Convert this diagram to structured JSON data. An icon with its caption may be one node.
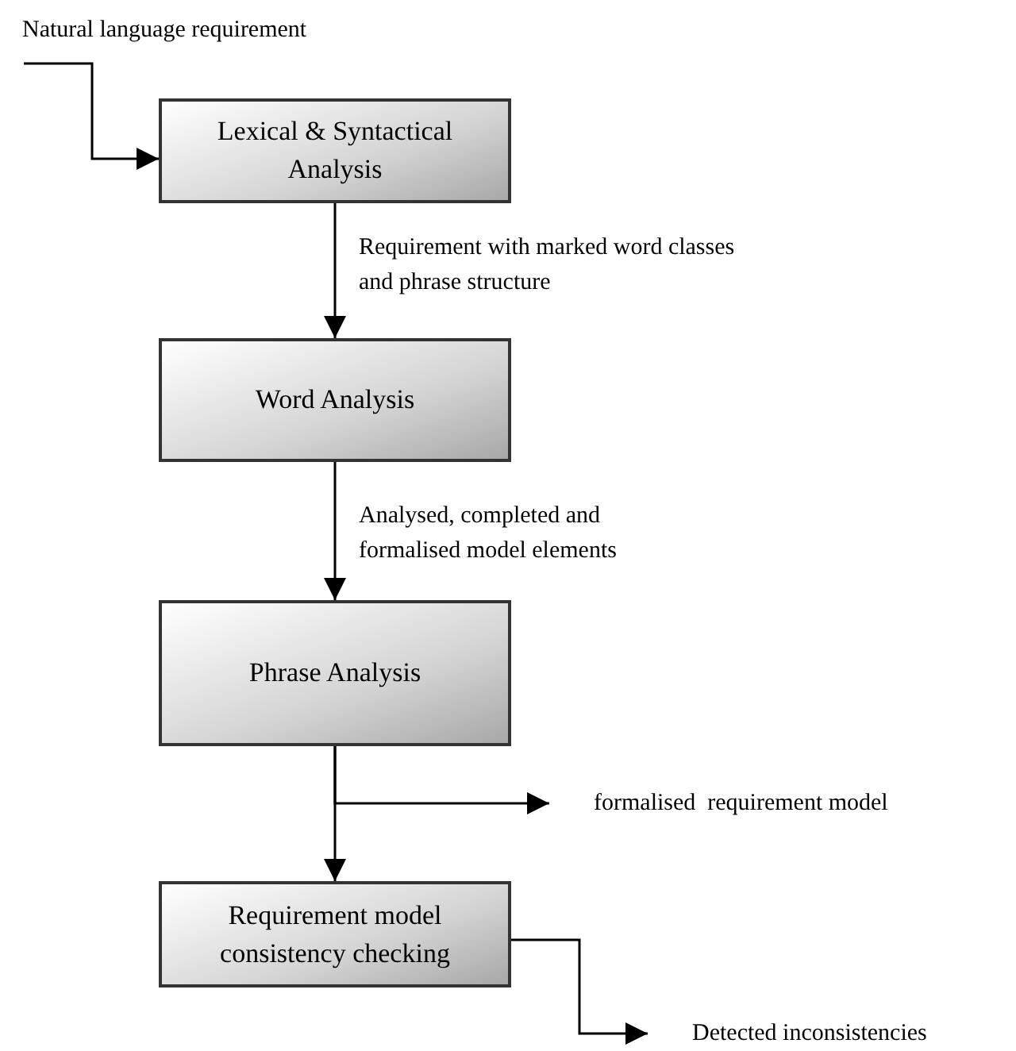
{
  "diagram": {
    "nodes": [
      {
        "text": [
          "Natural language requirement"
        ]
      },
      {
        "text": [
          "Lexical & Syntactical Analysis"
        ]
      },
      {
        "text": [
          "Word Analysis"
        ]
      },
      {
        "text": [
          "Phrase Analysis"
        ]
      },
      {
        "text": [
          "formalised  requirement model"
        ]
      },
      {
        "text": [
          "Requirement model consistency checking"
        ]
      },
      {
        "text": [
          "Detected inconsistencies"
        ]
      }
    ],
    "edges": [
      {
        "from": 0,
        "to": 1,
        "arrow": "to"
      },
      {
        "from": 1,
        "to": 2,
        "arrow": "to",
        "label": "Requirement with marked word classes and phrase structure"
      },
      {
        "from": 2,
        "to": 3,
        "arrow": "to",
        "label": "Analysed, completed and formalised model elements"
      },
      {
        "from": 3,
        "to": 4,
        "arrow": "to"
      },
      {
        "from": 3,
        "to": 5,
        "arrow": "to"
      },
      {
        "from": 5,
        "to": 6,
        "arrow": "to"
      }
    ]
  }
}
